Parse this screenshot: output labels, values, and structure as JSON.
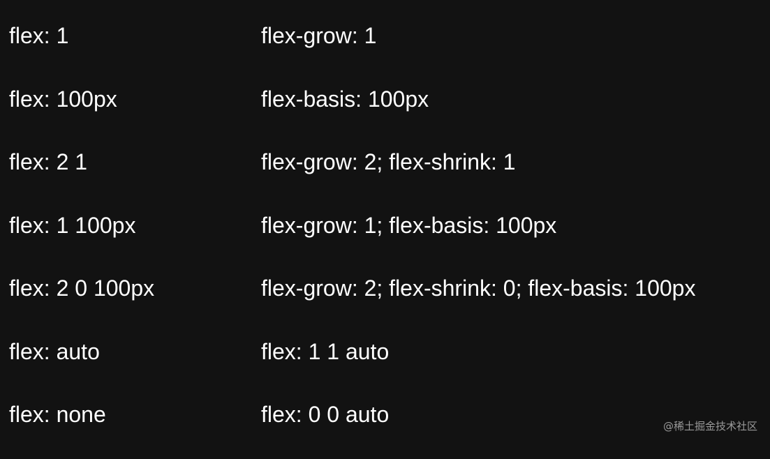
{
  "rows": [
    {
      "shorthand": "flex: 1",
      "expanded": "flex-grow: 1"
    },
    {
      "shorthand": "flex: 100px",
      "expanded": "flex-basis: 100px"
    },
    {
      "shorthand": "flex: 2 1",
      "expanded": "flex-grow: 2; flex-shrink: 1"
    },
    {
      "shorthand": "flex: 1 100px",
      "expanded": "flex-grow: 1; flex-basis: 100px"
    },
    {
      "shorthand": "flex: 2 0 100px",
      "expanded": "flex-grow: 2; flex-shrink: 0; flex-basis: 100px"
    },
    {
      "shorthand": "flex: auto",
      "expanded": "flex: 1 1 auto"
    },
    {
      "shorthand": "flex: none",
      "expanded": "flex: 0 0 auto"
    }
  ],
  "watermark": "@稀土掘金技术社区"
}
